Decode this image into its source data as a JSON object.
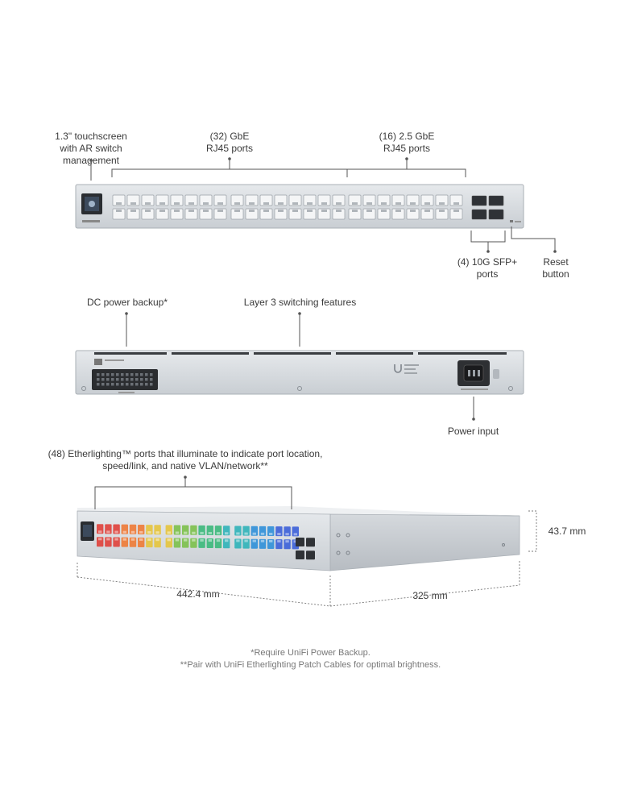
{
  "callouts": {
    "touchscreen": "1.3\" touchscreen\nwith AR switch management",
    "gbe_ports": "(32) GbE\nRJ45 ports",
    "ge25_ports": "(16) 2.5 GbE\nRJ45 ports",
    "sfp_ports": "(4) 10G SFP+\nports",
    "reset": "Reset\nbutton",
    "dc_backup": "DC power backup*",
    "layer3": "Layer 3 switching features",
    "power_input": "Power input",
    "etherlighting": "(48) Etherlighting™ ports that illuminate to indicate port location,\nspeed/link, and native VLAN/network**"
  },
  "dimensions": {
    "width": "442.4 mm",
    "depth": "325 mm",
    "height": "43.7 mm"
  },
  "footnotes": {
    "line1": "*Require UniFi Power Backup.",
    "line2": "**Pair with UniFi Etherlighting Patch Cables for optimal brightness."
  },
  "colors": {
    "chassis": "#d9dde1",
    "chassis_dark": "#b9bec4",
    "line": "#555555",
    "port_palette": [
      "#e0403a",
      "#ee7a35",
      "#e6c43c",
      "#7cc04a",
      "#3bb87a",
      "#2fb3b8",
      "#2f8fd8",
      "#3b5fd8"
    ]
  }
}
